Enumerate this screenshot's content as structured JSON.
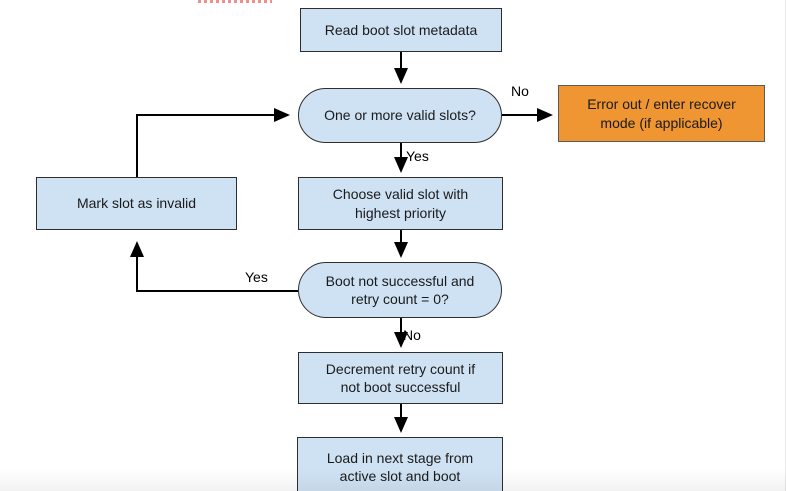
{
  "colors": {
    "node_fill": "#cfe2f3",
    "node_border": "#2e2e2e",
    "error_fill": "#ef9532",
    "error_border": "#5b5b5b",
    "arrow": "#000000",
    "spellcheck_marks": "#ee8f8f"
  },
  "nodes": {
    "read": {
      "label": "Read boot slot metadata"
    },
    "valid_slots": {
      "label": "One or more valid slots?"
    },
    "error": {
      "label": "Error out / enter recover\nmode (if applicable)"
    },
    "choose": {
      "label": "Choose valid slot with\nhighest priority"
    },
    "mark_invalid": {
      "label": "Mark slot as invalid"
    },
    "boot_check": {
      "label": "Boot not successful and\nretry count = 0?"
    },
    "decrement": {
      "label": "Decrement retry count if\nnot boot successful"
    },
    "load": {
      "label": "Load in next stage from\nactive slot and boot"
    }
  },
  "edge_labels": {
    "valid_slots_no": "No",
    "valid_slots_yes": "Yes",
    "boot_check_yes": "Yes",
    "boot_check_no": "No"
  }
}
